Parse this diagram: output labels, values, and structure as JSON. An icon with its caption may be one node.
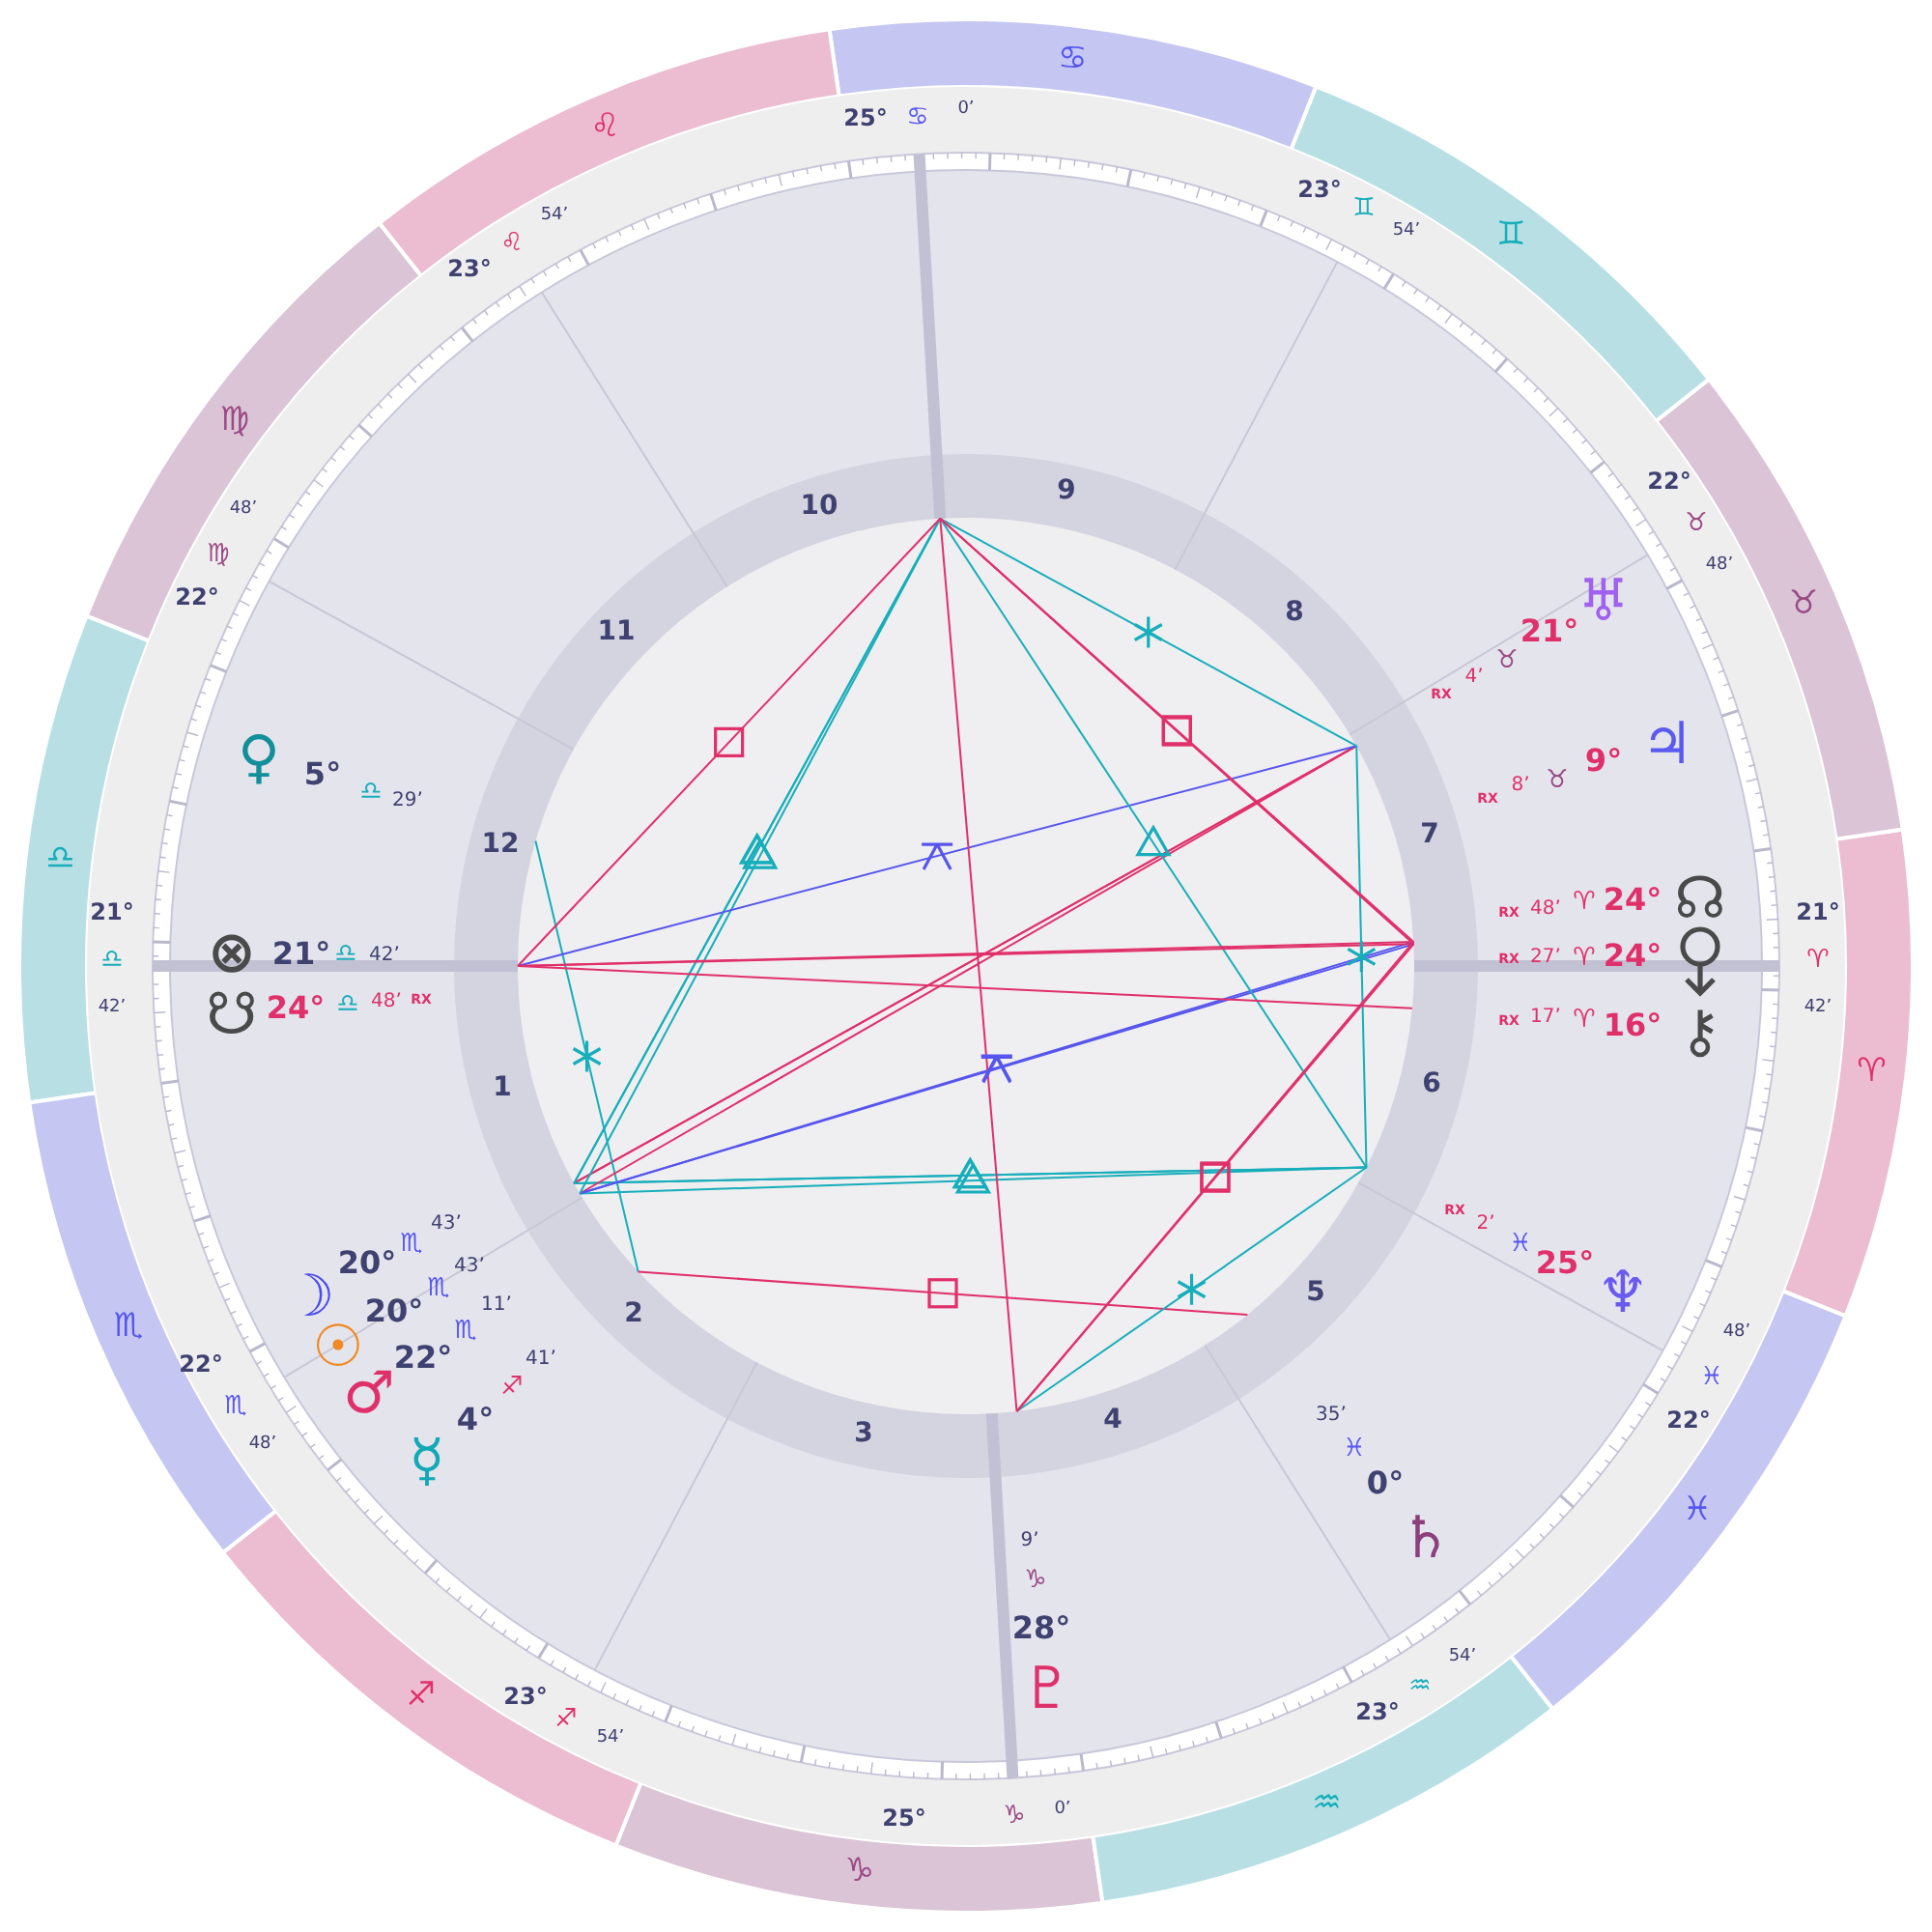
{
  "diagram": {
    "labels": [
      "♈",
      "♉",
      "♊",
      "♋",
      "♌",
      "♍",
      "♎",
      "♏",
      "♐",
      "♑",
      "♒",
      "♓",
      "21°",
      "♎",
      "42’",
      "22°",
      "♏",
      "48’",
      "23°",
      "♐",
      "54’",
      "25°",
      "♑",
      "0’",
      "23°",
      "♒",
      "54’",
      "22°",
      "♓",
      "48’",
      "21°",
      "♈",
      "42’",
      "22°",
      "♉",
      "48’",
      "23°",
      "♊",
      "54’",
      "25°",
      "♋",
      "0’",
      "23°",
      "♌",
      "54’",
      "22°",
      "♍",
      "48’",
      "1",
      "2",
      "3",
      "4",
      "5",
      "6",
      "7",
      "8",
      "9",
      "10",
      "11",
      "12",
      "♀",
      "5°",
      "♎",
      "29’",
      "⊗",
      "21°",
      "♎",
      "42’",
      "☋",
      "24°",
      "♎",
      "48’",
      "RX",
      "☽",
      "20°",
      "♏",
      "43’",
      "☉",
      "20°",
      "♏",
      "43’",
      "♂",
      "22°",
      "♏",
      "11’",
      "☿",
      "4°",
      "♐",
      "41’",
      "9’",
      "♑",
      "28°",
      "♇",
      "35’",
      "♓",
      "0°",
      "♄",
      "RX",
      "2’",
      "♓",
      "25°",
      "♆",
      "RX",
      "4’",
      "♉",
      "21°",
      "♅",
      "RX",
      "8’",
      "♉",
      "9°",
      "♃",
      "RX",
      "48’",
      "♈",
      "24°",
      "☊",
      "RX",
      "27’",
      "♈",
      "24°",
      "RX",
      "17’",
      "♈",
      "16°",
      "⚷"
    ]
  }
}
